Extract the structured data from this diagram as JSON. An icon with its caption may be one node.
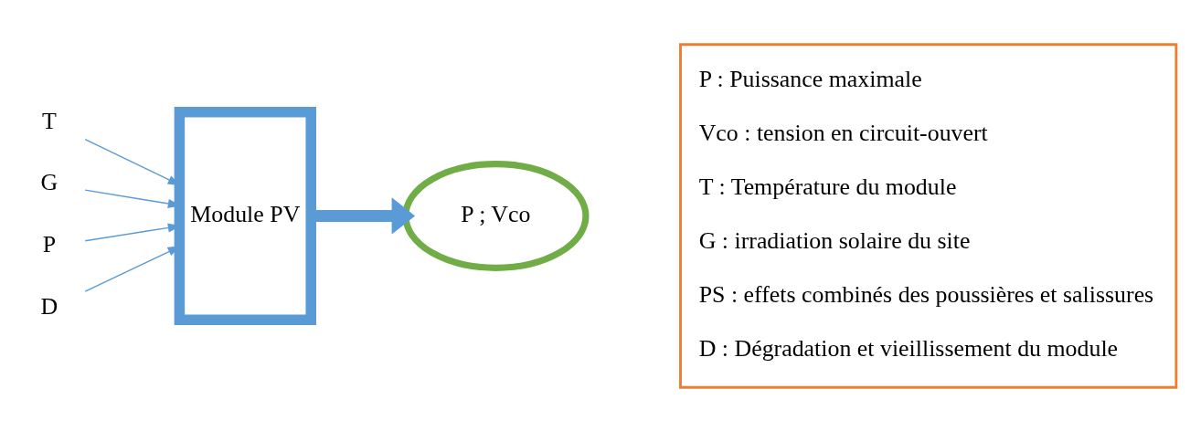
{
  "diagram": {
    "nodes": [
      {
        "text": [
          "T"
        ]
      },
      {
        "text": [
          "G"
        ]
      },
      {
        "text": [
          "P"
        ]
      },
      {
        "text": [
          "D"
        ]
      },
      {
        "text": [
          "Module PV"
        ]
      },
      {
        "text": [
          "P ; Vco"
        ]
      },
      {
        "text": [
          "P : Puissance maximale",
          "Vco : tension en circuit-ouvert",
          "T : Température du module",
          "G : irradiation solaire du site",
          "PS : effets combinés des poussières et salissures",
          "D : Dégradation et vieillissement du module"
        ]
      }
    ],
    "edges": [
      {
        "from": 0,
        "to": 4,
        "arrow": "to"
      },
      {
        "from": 1,
        "to": 4,
        "arrow": "to"
      },
      {
        "from": 2,
        "to": 4,
        "arrow": "to"
      },
      {
        "from": 3,
        "to": 4,
        "arrow": "to"
      },
      {
        "from": 4,
        "to": 5,
        "arrow": "to",
        "style": "thick"
      }
    ]
  }
}
